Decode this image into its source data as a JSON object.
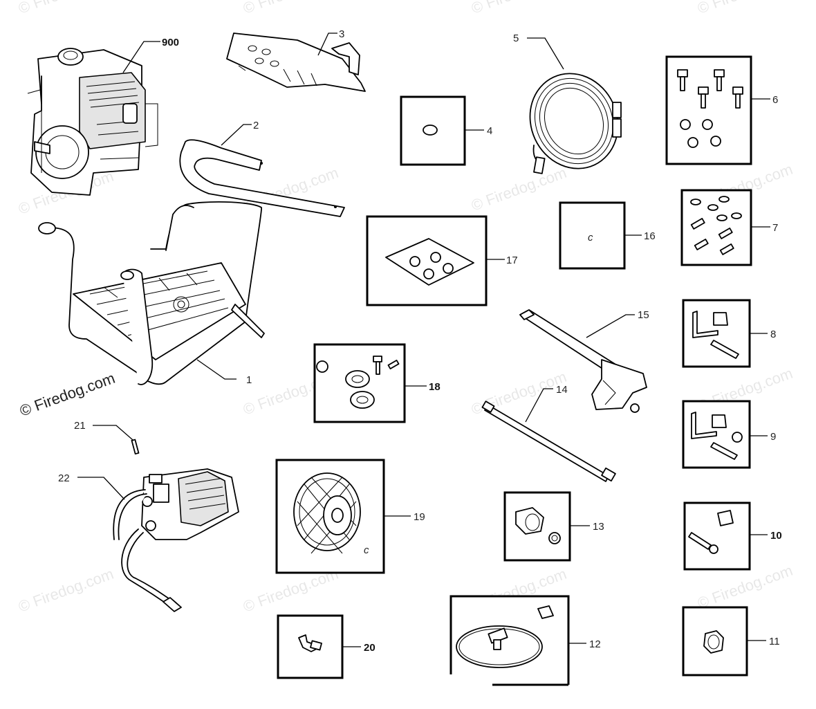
{
  "watermark": "© Firedog.com",
  "copyright": "© Firedog.com",
  "callouts": {
    "p900": "900",
    "p1": "1",
    "p2": "2",
    "p3": "3",
    "p4": "4",
    "p5": "5",
    "p6": "6",
    "p7": "7",
    "p8": "8",
    "p9": "9",
    "p10": "10",
    "p11": "11",
    "p12": "12",
    "p13": "13",
    "p14": "14",
    "p15": "15",
    "p16": "16",
    "p17": "17",
    "p18": "18",
    "p19": "19",
    "p20": "20",
    "p21": "21",
    "p22": "22"
  }
}
